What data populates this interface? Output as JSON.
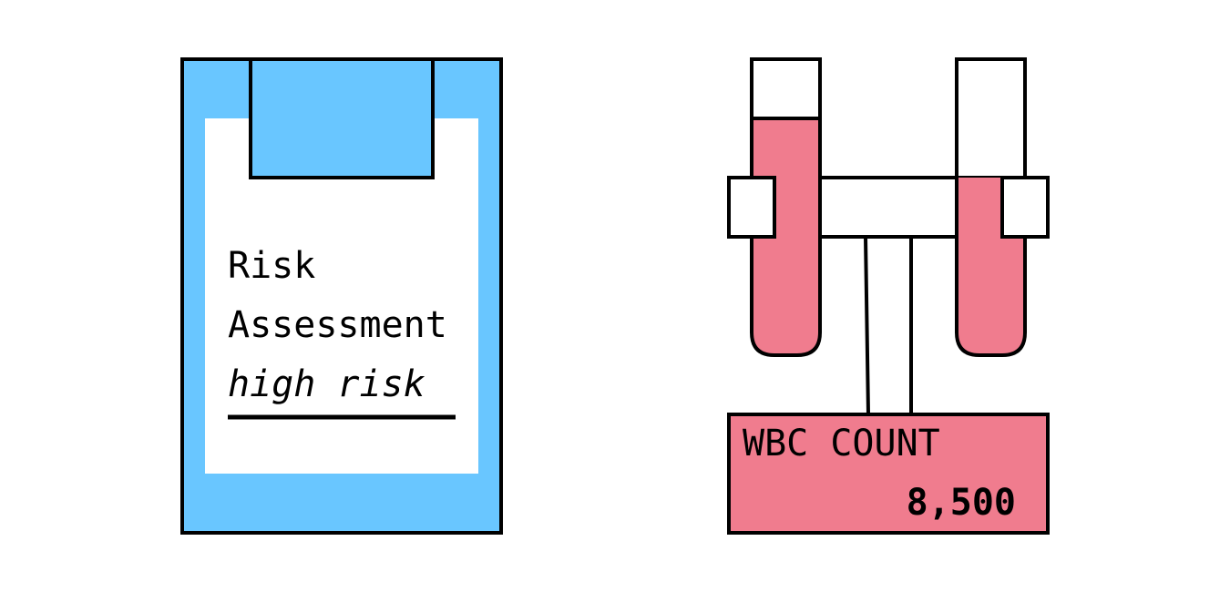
{
  "colors": {
    "clipboard_blue": "#69C6FF",
    "blood_red": "#F07C8E",
    "outline": "#000000",
    "paper": "#FFFFFF"
  },
  "clipboard": {
    "title_line1": "Risk",
    "title_line2": "Assessment",
    "status": "high risk"
  },
  "wbc_panel": {
    "label": "WBC COUNT",
    "value": "8,500"
  },
  "icons": {
    "clipboard": "clipboard-icon",
    "test_tubes": "test-tube-rack-icon"
  }
}
